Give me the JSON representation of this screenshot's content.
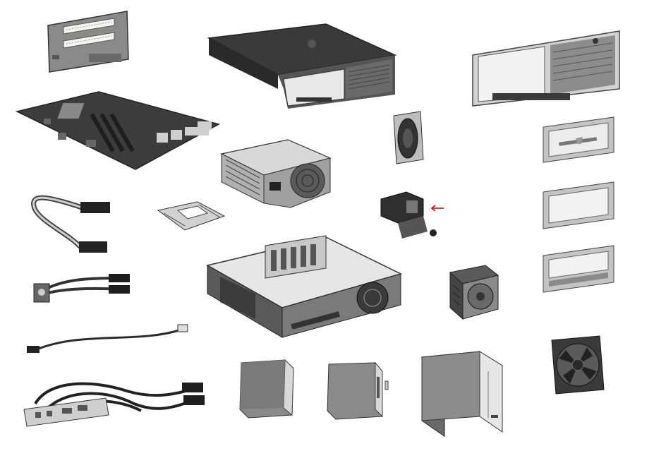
{
  "image": {
    "description_style": "grayscale exploded parts illustration",
    "colors": {
      "background": "#ffffff",
      "metal_dark": "#2e2e2e",
      "metal_mid": "#7a7a7a",
      "metal_light": "#c8c8c8",
      "plastic_light": "#d9d9d9",
      "callout_arrow": "#cc0000"
    }
  },
  "parts": [
    {
      "id": "riser-card",
      "icon": "pci-riser-card"
    },
    {
      "id": "access-panel",
      "icon": "chassis-cover"
    },
    {
      "id": "front-bezel",
      "icon": "front-bezel"
    },
    {
      "id": "system-board",
      "icon": "motherboard"
    },
    {
      "id": "power-supply",
      "icon": "power-supply-unit"
    },
    {
      "id": "speaker",
      "icon": "internal-speaker"
    },
    {
      "id": "bezel-blank-diskette",
      "icon": "bezel-blank-with-slot"
    },
    {
      "id": "sata-cable",
      "icon": "sata-data-cable"
    },
    {
      "id": "cpu-retention-bracket",
      "icon": "cpu-bracket"
    },
    {
      "id": "solenoid-lock",
      "icon": "hood-lock-sensor"
    },
    {
      "id": "bezel-blank-2",
      "icon": "bezel-blank"
    },
    {
      "id": "chassis",
      "icon": "chassis-frame"
    },
    {
      "id": "heatsink-fan",
      "icon": "cpu-heatsink-fan"
    },
    {
      "id": "bezel-blank-3",
      "icon": "bezel-blank-open"
    },
    {
      "id": "power-switch-cable",
      "icon": "power-switch-led-cable"
    },
    {
      "id": "audio-cable",
      "icon": "thin-signal-cable"
    },
    {
      "id": "chassis-fan",
      "icon": "case-fan"
    },
    {
      "id": "front-io-assembly",
      "icon": "front-usb-audio-assembly"
    },
    {
      "id": "hard-drive",
      "icon": "hard-disk-drive"
    },
    {
      "id": "diskette-drive",
      "icon": "floppy-drive"
    },
    {
      "id": "optical-drive",
      "icon": "optical-drive"
    }
  ]
}
